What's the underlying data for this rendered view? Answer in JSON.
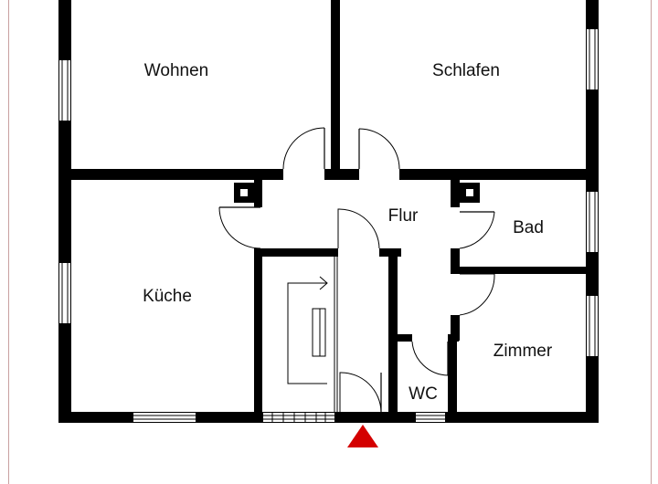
{
  "rooms": {
    "wohnen": "Wohnen",
    "schlafen": "Schlafen",
    "kueche": "Küche",
    "flur": "Flur",
    "bad": "Bad",
    "zimmer": "Zimmer",
    "wc": "WC"
  },
  "colors": {
    "wall": "#000000",
    "border": "#c9a0a0",
    "entrance_marker": "#d40000"
  }
}
